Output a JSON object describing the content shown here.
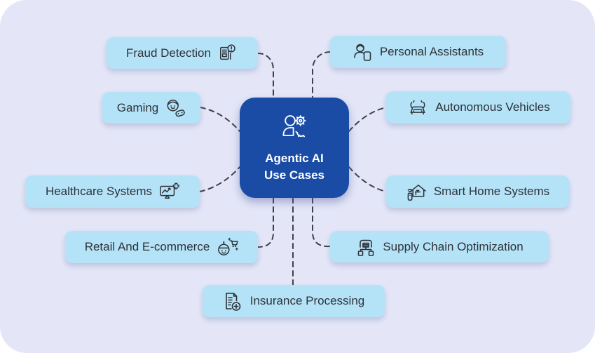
{
  "colors": {
    "page_background": "#FFFFFF",
    "panel_background": "#E4E6F8",
    "node_background": "#B4E3F8",
    "center_background": "#1A4CA5",
    "center_text": "#FFFFFF",
    "node_text": "#2F3138",
    "connector": "#3E4147"
  },
  "center_node": {
    "icon": "human-gear-icon",
    "title_line1": "Agentic AI",
    "title_line2": "Use Cases"
  },
  "nodes": [
    {
      "id": "fraud-detection",
      "label": "Fraud Detection",
      "icon": "document-alert-icon",
      "icon_side": "right"
    },
    {
      "id": "personal-assistants",
      "label": "Personal Assistants",
      "icon": "person-phone-icon",
      "icon_side": "left"
    },
    {
      "id": "gaming",
      "label": "Gaming",
      "icon": "gamer-gamepad-icon",
      "icon_side": "right"
    },
    {
      "id": "autonomous-vehicles",
      "label": "Autonomous Vehicles",
      "icon": "connected-car-icon",
      "icon_side": "left"
    },
    {
      "id": "healthcare-systems",
      "label": "Healthcare Systems",
      "icon": "monitor-health-icon",
      "icon_side": "right"
    },
    {
      "id": "smart-home-systems",
      "label": "Smart Home Systems",
      "icon": "smart-home-icon",
      "icon_side": "left"
    },
    {
      "id": "retail-and-ecommerce",
      "label": "Retail And E-commerce",
      "icon": "robot-cart-icon",
      "icon_side": "right"
    },
    {
      "id": "supply-chain-optimization",
      "label": "Supply Chain Optimization",
      "icon": "warehouse-network-icon",
      "icon_side": "left"
    },
    {
      "id": "insurance-processing",
      "label": "Insurance Processing",
      "icon": "document-shield-plus-icon",
      "icon_side": "left"
    }
  ]
}
